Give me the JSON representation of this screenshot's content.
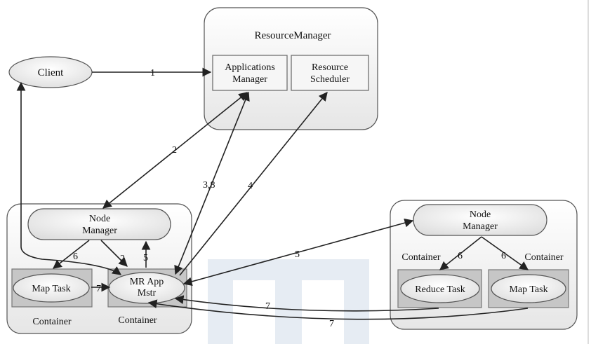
{
  "resource_manager": {
    "title": "ResourceManager",
    "applications_manager": [
      "Applications",
      "Manager"
    ],
    "resource_scheduler": [
      "Resource",
      "Scheduler"
    ]
  },
  "client": {
    "label": "Client"
  },
  "left_node": {
    "node_manager": [
      "Node",
      "Manager"
    ],
    "map_task": "Map Task",
    "mr_app_master": [
      "MR App",
      "Mstr"
    ],
    "container_left": "Container",
    "container_right": "Container"
  },
  "right_node": {
    "node_manager": [
      "Node",
      "Manager"
    ],
    "container_left": "Container",
    "container_right": "Container",
    "reduce_task": "Reduce Task",
    "map_task": "Map Task"
  },
  "arrows": {
    "client_to_rm": "1",
    "am_to_left_nm": "2",
    "mr_to_am": "3,8",
    "mr_to_scheduler": "4",
    "left_nm_to_map": "6",
    "left_nm_to_mr": "2",
    "mr_to_left_nm": "5",
    "map_to_mr": "7",
    "mr_to_right_nm": "5",
    "right_nm_to_reduce": "6",
    "right_nm_to_map": "6",
    "reduce_to_mr": "7",
    "right_map_to_mr": "7"
  },
  "colors": {
    "panel": "#eeeeee",
    "panel_border": "#555555",
    "task_box": "#c6c6c6",
    "watermark": "#dce4ee"
  }
}
